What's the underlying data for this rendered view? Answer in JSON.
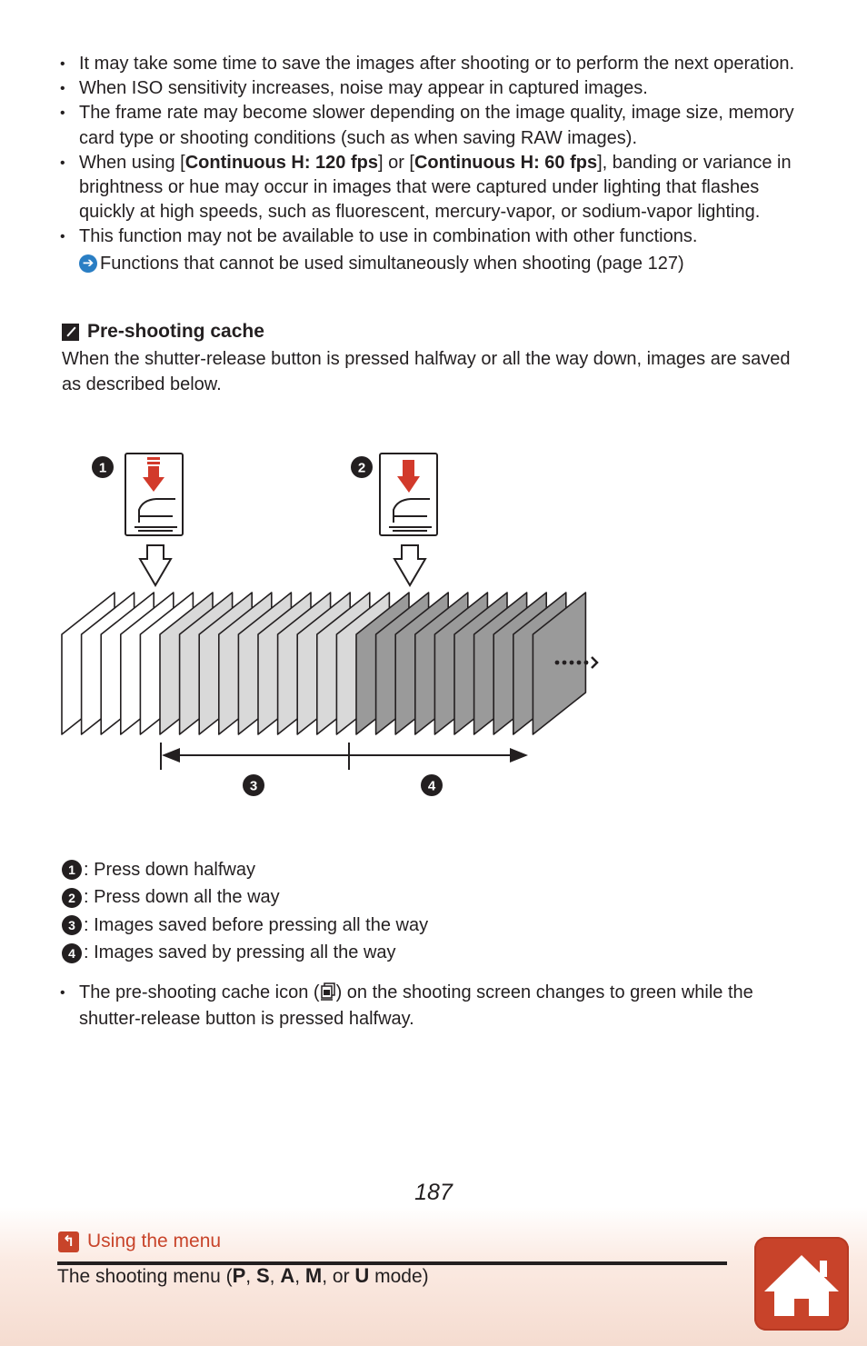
{
  "bullets": [
    {
      "text": "It may take some time to save the images after shooting or to perform the next operation."
    },
    {
      "text": "When ISO sensitivity increases, noise may appear in captured images."
    },
    {
      "text": "The frame rate may become slower depending on the image quality, image size, memory card type or shooting conditions (such as when saving RAW images)."
    },
    {
      "pre": "When using [",
      "b1": "Continuous H: 120 fps",
      "mid": "] or [",
      "b2": "Continuous H: 60 fps",
      "post": "], banding or variance in brightness or hue may occur in images that were captured under lighting that flashes quickly at high speeds, such as fluorescent, mercury-vapor, or sodium-vapor lighting."
    },
    {
      "text": "This function may not be available to use in combination with other functions."
    }
  ],
  "bullet_glyph": "•",
  "reference": {
    "arrow": "➔",
    "text": "Functions that cannot be used simultaneously when shooting (page 127)"
  },
  "section": {
    "title": "Pre-shooting cache",
    "icon": "note-pencil-icon",
    "intro": "When the shutter-release button is pressed halfway or all the way down, images are saved as described below."
  },
  "diagram": {
    "markers": [
      "1",
      "2",
      "3",
      "4"
    ],
    "frame_groups": {
      "white": 5,
      "light_gray": 10,
      "dark_gray": 10
    },
    "colors": {
      "light_gray": "#d9d9d9",
      "dark_gray": "#9a9a9a",
      "arrow_red": "#d23a2b"
    }
  },
  "legend": [
    {
      "n": "1",
      "text": ": Press down halfway"
    },
    {
      "n": "2",
      "text": ": Press down all the way"
    },
    {
      "n": "3",
      "text": ": Images saved before pressing all the way"
    },
    {
      "n": "4",
      "text": ": Images saved by pressing all the way"
    }
  ],
  "note": {
    "pre": "The pre-shooting cache icon (",
    "icon": "pre-shooting-cache-icon",
    "post": ") on the shooting screen changes to green while the shutter-release button is pressed halfway."
  },
  "page_number": "187",
  "footer": {
    "menu_link": "Using the menu",
    "mode_pre": "The shooting menu (",
    "modes": [
      "P",
      "S",
      "A",
      "M",
      "U"
    ],
    "sep": ", ",
    "or": ", or ",
    "mode_post": " mode)",
    "accent": "#c8442a"
  }
}
